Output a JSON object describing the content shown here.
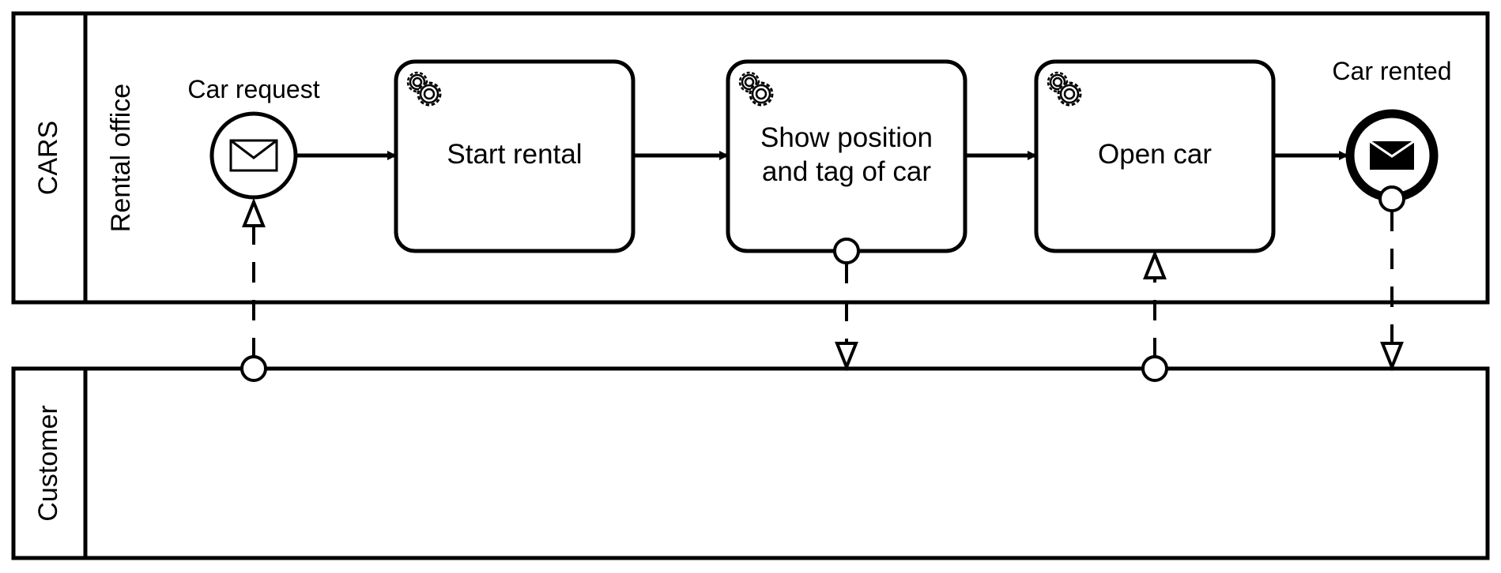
{
  "pools": {
    "cars": {
      "label": "CARS",
      "lane": {
        "label": "Rental office"
      }
    },
    "customer": {
      "label": "Customer"
    }
  },
  "events": {
    "start": {
      "label": "Car request",
      "type": "message-start-event",
      "icon": "envelope-icon"
    },
    "end": {
      "label": "Car rented",
      "type": "message-end-event",
      "icon": "envelope-filled-icon"
    }
  },
  "tasks": [
    {
      "id": "start-rental",
      "lines": [
        "Start rental"
      ],
      "type": "service-task",
      "icon": "gears-icon"
    },
    {
      "id": "show-position",
      "lines": [
        "Show position",
        "and tag of car"
      ],
      "type": "service-task",
      "icon": "gears-icon"
    },
    {
      "id": "open-car",
      "lines": [
        "Open car"
      ],
      "type": "service-task",
      "icon": "gears-icon"
    }
  ],
  "colors": {
    "stroke": "#000000",
    "background": "#ffffff"
  }
}
